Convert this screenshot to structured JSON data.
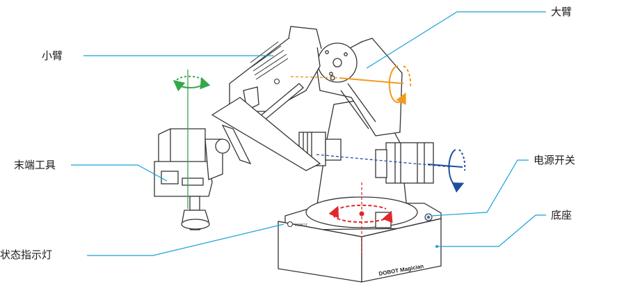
{
  "labels": {
    "big_arm": "大臂",
    "small_arm": "小臂",
    "end_tool": "末端工具",
    "power_switch": "电源开关",
    "base": "底座",
    "status_light": "状态指示灯"
  },
  "branding": {
    "logo_text": "DOBOT",
    "model_text": "DOBOT Magician"
  },
  "colors": {
    "callout_line": "#1aa0d8",
    "rotation_orange": "#f39a1e",
    "rotation_green": "#35a84a",
    "rotation_blue": "#1f4fa0",
    "rotation_red": "#e0282b"
  }
}
